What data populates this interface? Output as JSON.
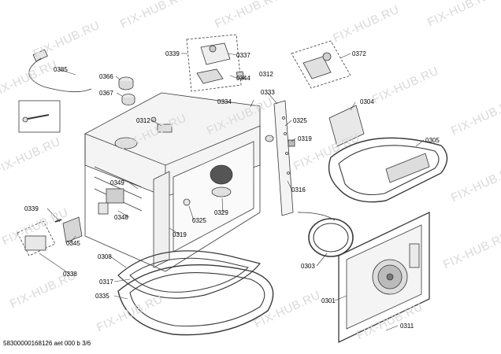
{
  "watermark": "FIX-HUB.RU",
  "footer": "58300000168126 aet 000 b 3/6",
  "labels": [
    "0385",
    "0366",
    "0367",
    "0339",
    "0337",
    "0344",
    "0312",
    "0334",
    "0333",
    "0372",
    "0304",
    "0325",
    "0319",
    "0305",
    "0312",
    "0349",
    "0348",
    "0329",
    "0325",
    "0316",
    "0339",
    "0345",
    "0319",
    "0308",
    "0338",
    "0303",
    "0317",
    "0335",
    "0301",
    "0311"
  ],
  "colors": {
    "line": "#3a3a3a",
    "fill": "#f2f2f2",
    "shade": "#d6d6d6",
    "watermark": "#d9d9d9"
  }
}
